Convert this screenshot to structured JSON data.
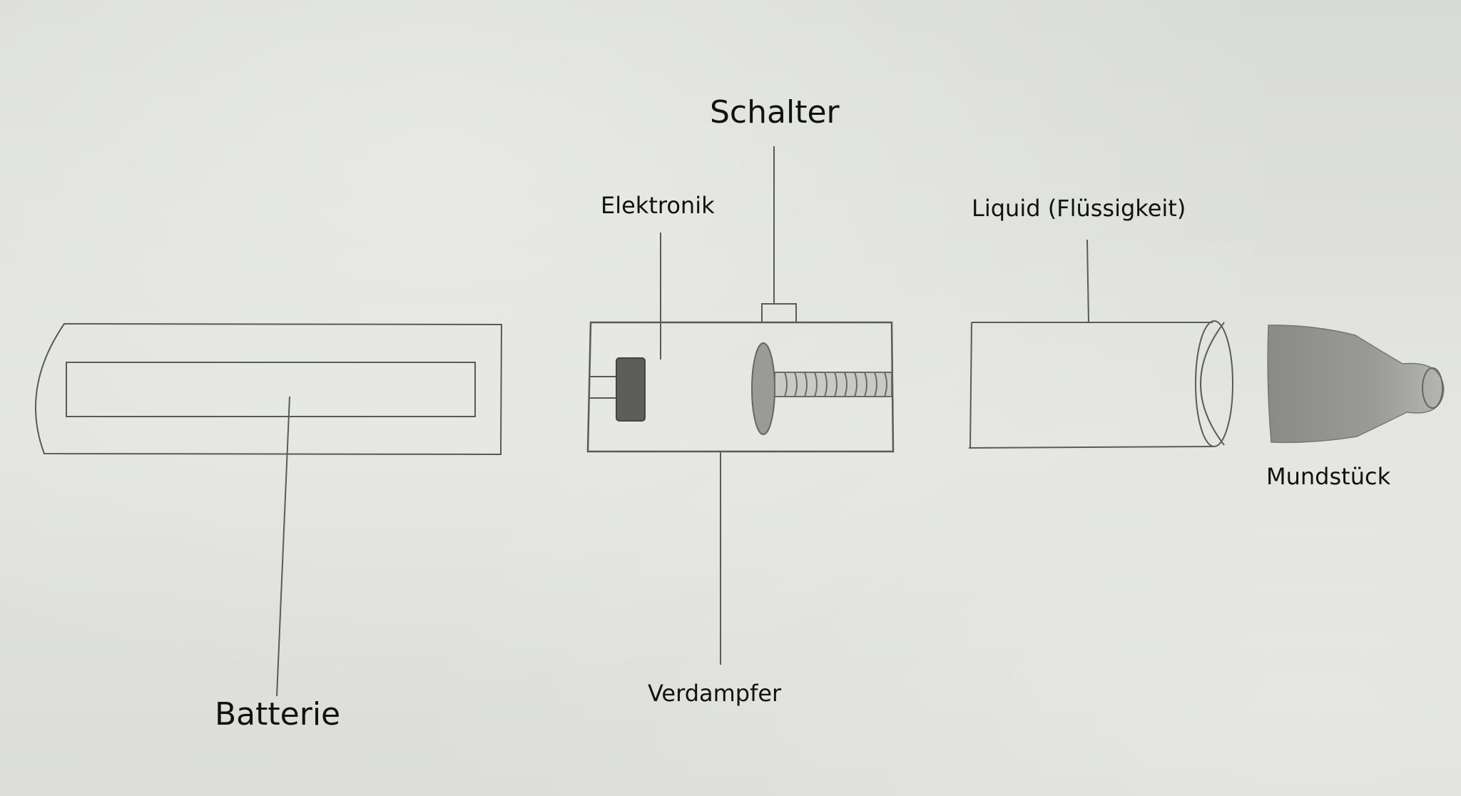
{
  "diagram": {
    "labels": {
      "schalter": "Schalter",
      "elektronik": "Elektronik",
      "liquid": "Liquid (Flüssigkeit)",
      "mundstueck": "Mundstück",
      "batterie": "Batterie",
      "verdampfer": "Verdampfer"
    },
    "colors": {
      "paper": "#dfe0dc",
      "pencil": "#5a5a5a",
      "shading": "#7b7b78",
      "text": "#111111"
    }
  }
}
